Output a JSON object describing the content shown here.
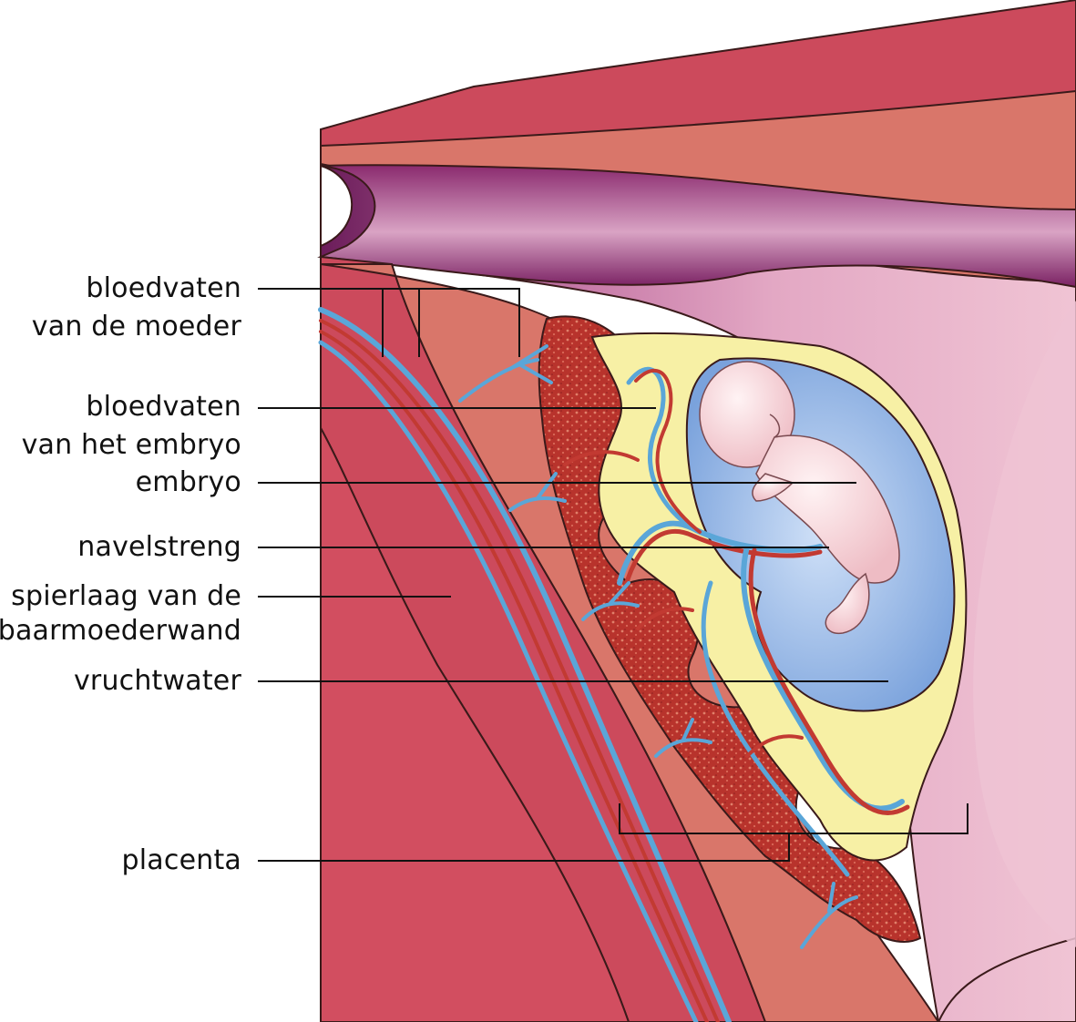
{
  "labels": {
    "maternal_vessels": [
      "bloedvaten",
      "van de moeder"
    ],
    "embryo_vessels": [
      "bloedvaten",
      "van het embryo"
    ],
    "embryo": "embryo",
    "umbilical_cord": "navelstreng",
    "muscle_layer": [
      "spierlaag van de",
      "baarmoederwand"
    ],
    "amniotic_fluid": "vruchtwater",
    "placenta": "placenta"
  },
  "colors": {
    "outer_wall": "#cc4a5c",
    "skin_layer": "#d9766a",
    "cavity_purple": "#7d2466",
    "cavity_light": "#e8a9c4",
    "placenta_tissue": "#b8332c",
    "amnion_yellow": "#f7f0a5",
    "amniotic_blue": "#8fb3e6",
    "vein_blue": "#5aa6d8",
    "artery_red": "#c23a32",
    "embryo_skin": "#f6d3d6"
  }
}
